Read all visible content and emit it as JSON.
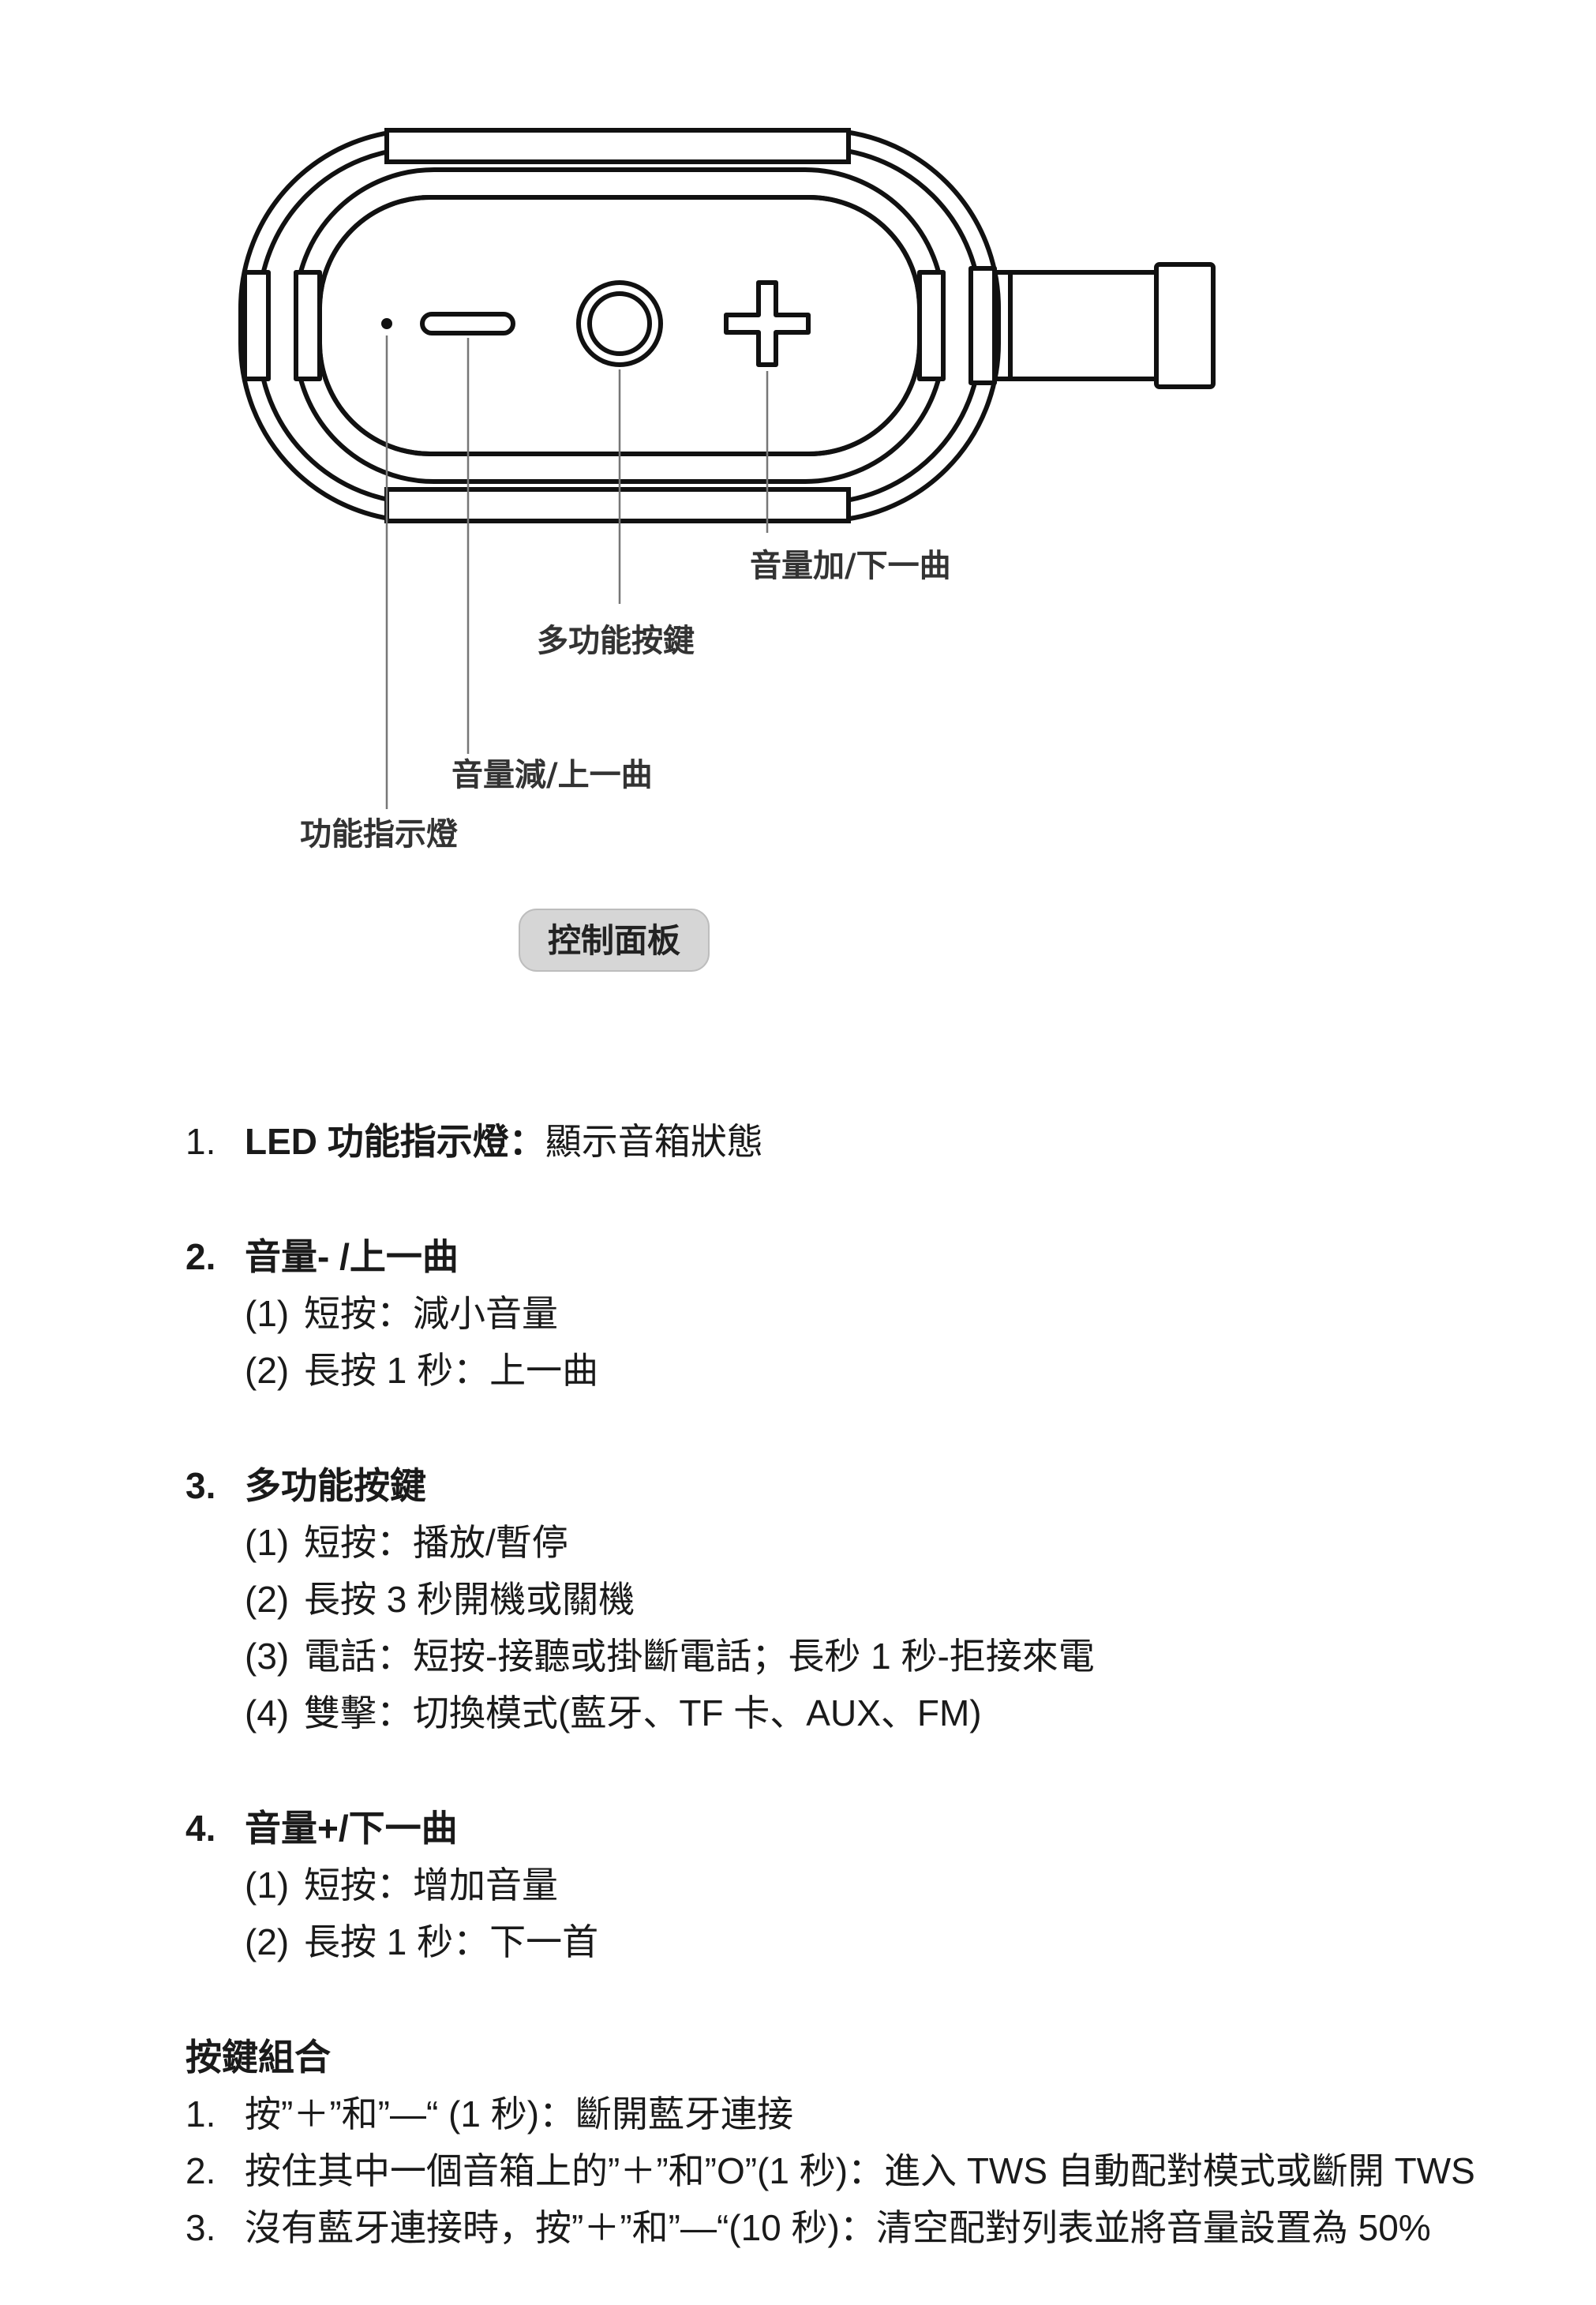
{
  "diagram": {
    "labels": {
      "vol_up": "音量加/下一曲",
      "multi": "多功能按鍵",
      "vol_down": "音量減/上一曲",
      "led": "功能指示燈"
    },
    "badge": "控制面板",
    "icons": [
      "led-dot-icon",
      "minus-icon",
      "circle-button-icon",
      "plus-icon"
    ]
  },
  "items": [
    {
      "num": "1.",
      "head": "LED 功能指示燈",
      "sep": "：",
      "desc": "顯示音箱狀態",
      "subs": []
    },
    {
      "num": "2.",
      "head": "音量- /上一曲",
      "sep": "",
      "desc": "",
      "subs": [
        {
          "p": "(1)",
          "t": "短按：減小音量"
        },
        {
          "p": "(2)",
          "t": "長按 1 秒：上一曲"
        }
      ]
    },
    {
      "num": "3.",
      "head": "多功能按鍵",
      "sep": "",
      "desc": "",
      "subs": [
        {
          "p": "(1)",
          "t": "短按：播放/暫停"
        },
        {
          "p": "(2)",
          "t": "長按 3 秒開機或關機"
        },
        {
          "p": "(3)",
          "t": "電話：短按-接聽或掛斷電話；長秒 1 秒-拒接來電"
        },
        {
          "p": "(4)",
          "t": "雙擊：切換模式(藍牙、TF 卡、AUX、FM)"
        }
      ]
    },
    {
      "num": "4.",
      "head": "音量+/下一曲",
      "sep": "",
      "desc": "",
      "subs": [
        {
          "p": "(1)",
          "t": "短按：增加音量"
        },
        {
          "p": "(2)",
          "t": "長按 1 秒：下一首"
        }
      ]
    }
  ],
  "combo": {
    "title": "按鍵組合",
    "list": [
      {
        "num": "1.",
        "t": "按”＋”和”—“ (1 秒)：斷開藍牙連接"
      },
      {
        "num": "2.",
        "t": "按住其中一個音箱上的”＋”和”O”(1 秒)：進入 TWS 自動配對模式或斷開 TWS"
      },
      {
        "num": "3.",
        "t": "沒有藍牙連接時，按”＋”和”—“(10 秒)：清空配對列表並將音量設置為 50%"
      }
    ]
  }
}
